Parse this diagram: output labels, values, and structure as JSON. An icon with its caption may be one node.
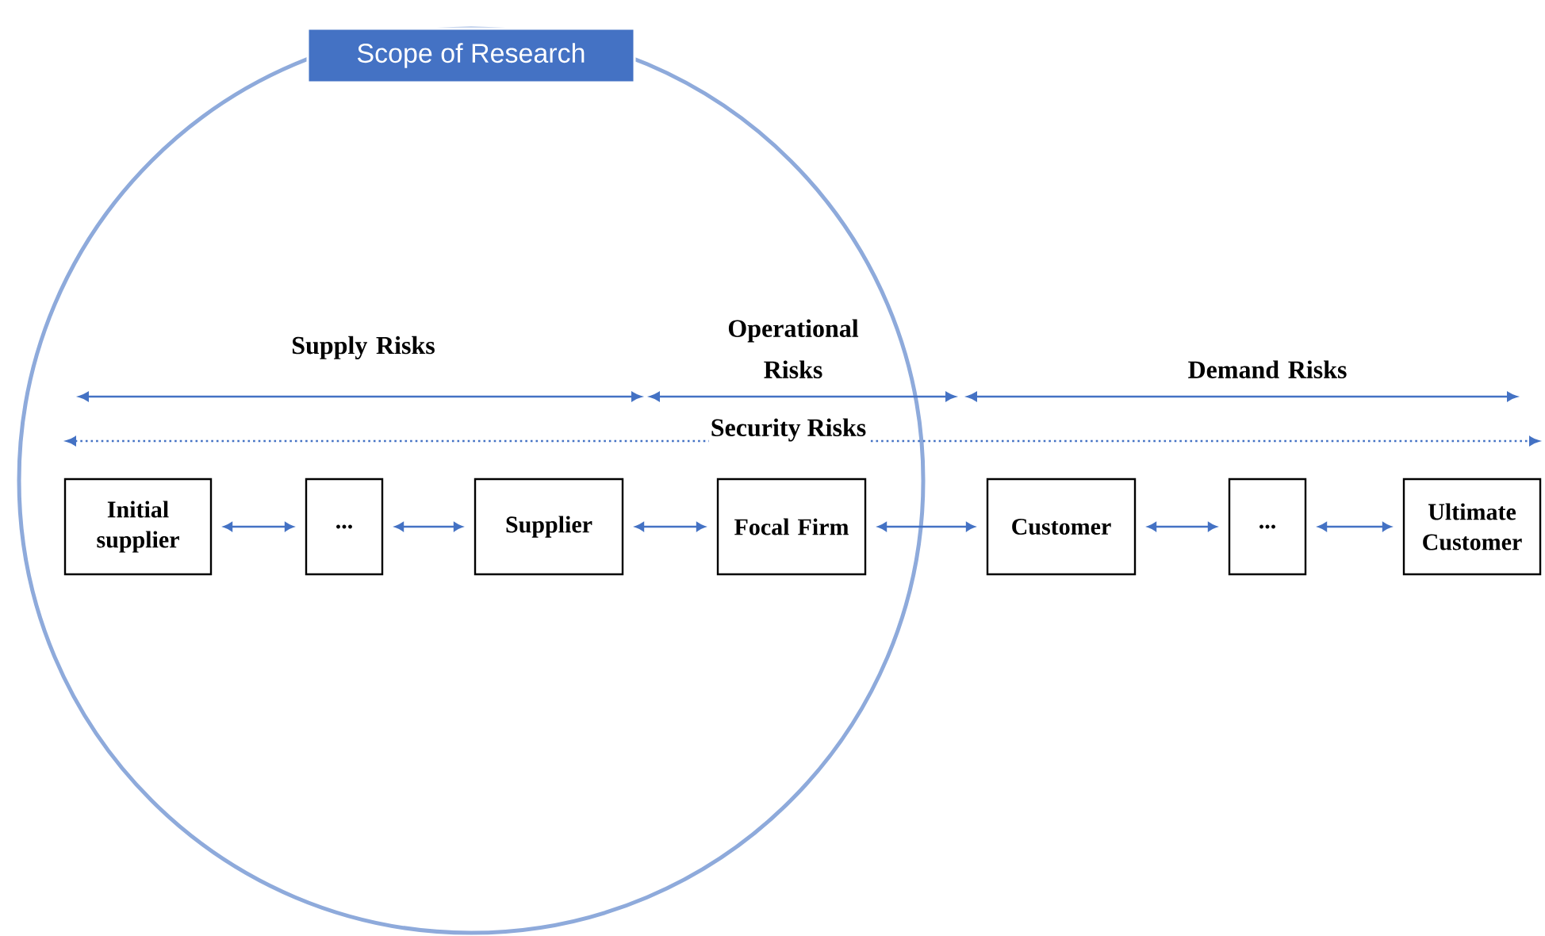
{
  "diagram": {
    "nodes": [
      {
        "text": [
          "Scope of Research"
        ]
      },
      {
        "text": [
          "Initial supplier"
        ],
        "in": 0
      },
      {
        "text": [
          "..."
        ],
        "in": 0
      },
      {
        "text": [
          "Supplier"
        ],
        "in": 0
      },
      {
        "text": [
          "Focal Firm"
        ],
        "in": 0
      },
      {
        "text": [
          "Customer"
        ]
      },
      {
        "text": [
          "..."
        ]
      },
      {
        "text": [
          "Ultimate Customer"
        ]
      }
    ],
    "edges": [
      {
        "from": 1,
        "to": 2,
        "arrow": "both"
      },
      {
        "from": 2,
        "to": 3,
        "arrow": "both"
      },
      {
        "from": 3,
        "to": 4,
        "arrow": "both"
      },
      {
        "from": 4,
        "to": 5,
        "arrow": "both"
      },
      {
        "from": 5,
        "to": 6,
        "arrow": "both"
      },
      {
        "from": 6,
        "to": 7,
        "arrow": "both"
      }
    ],
    "labels": [
      "Supply Risks",
      "Operational Risks",
      "Demand Risks",
      "Security Risks"
    ]
  }
}
